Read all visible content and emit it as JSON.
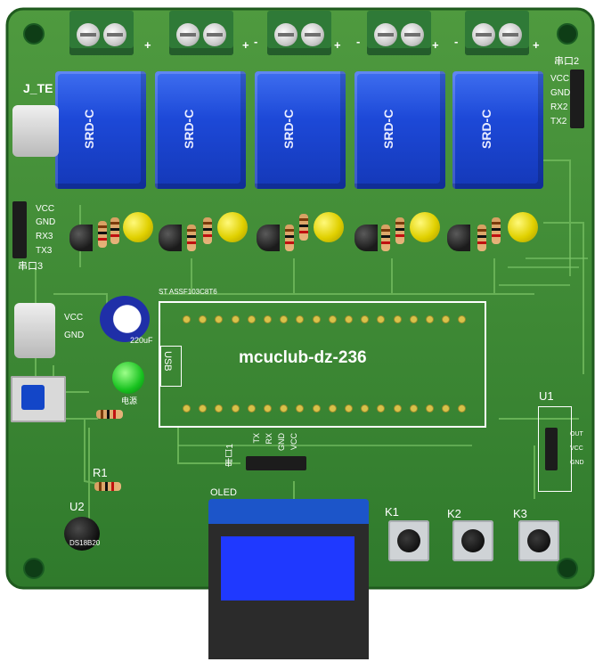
{
  "relay_label": "SRD-C",
  "terminal_plus": "+",
  "terminal_minus": "-",
  "board_title": "mcuclub-dz-236",
  "usb_label": "USB",
  "module_label": "ST ASSF103C8T6",
  "top_left_conn": "J_TE",
  "uart2": {
    "title": "串口2",
    "pins": [
      "VCC",
      "GND",
      "RX2",
      "TX2"
    ]
  },
  "uart3": {
    "title": "串口3",
    "pins": [
      "VCC",
      "GND",
      "RX3",
      "TX3"
    ]
  },
  "power_pins": [
    "VCC",
    "GND"
  ],
  "cap_label": "220uF",
  "led_label": "电源",
  "r1_label": "R1",
  "u2_label": "U2",
  "u2_part": "DS18B20",
  "u1_label": "U1",
  "u1_pins": [
    "OUT",
    "VCC",
    "GND"
  ],
  "uart1": {
    "title": "串口1",
    "pins": [
      "TX",
      "RX",
      "GND",
      "VCC"
    ]
  },
  "oled_label": "OLED",
  "keys": [
    "K1",
    "K2",
    "K3"
  ],
  "colors": {
    "pcb": "#3c8b33",
    "relay": "#1d49d8",
    "oled_screen": "#1f39ff",
    "terminal": "#2f7a37"
  }
}
